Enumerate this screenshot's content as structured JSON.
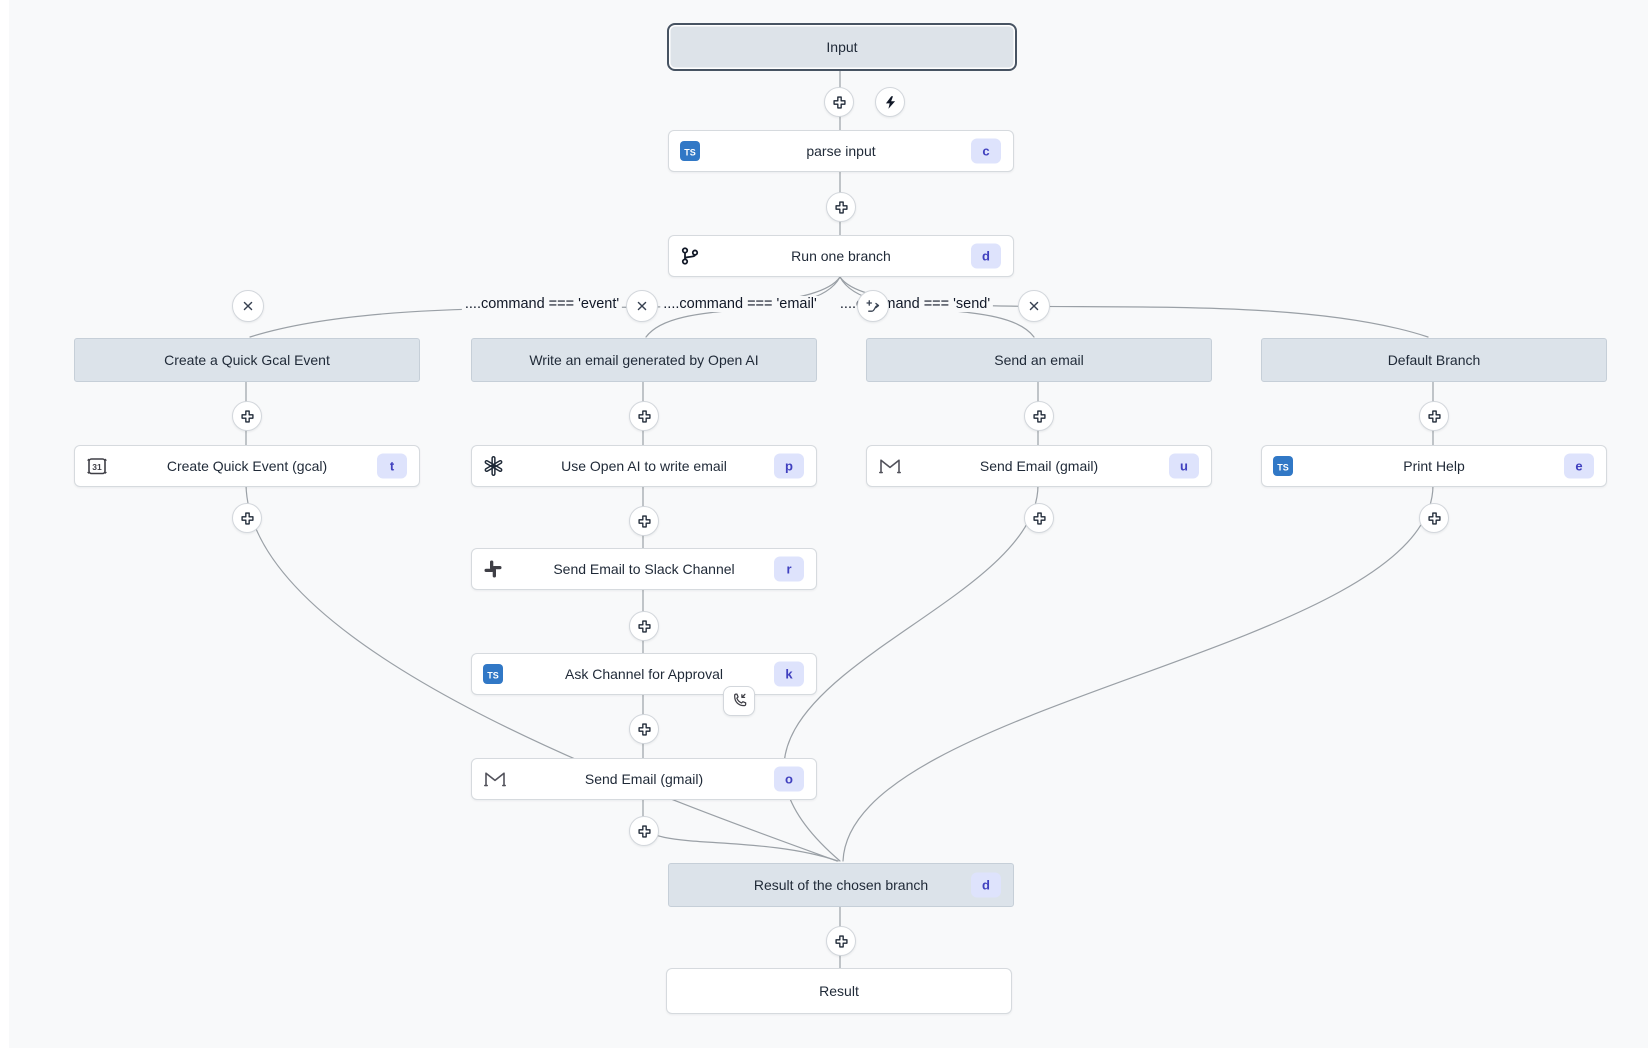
{
  "flow": {
    "input_label": "Input",
    "parse": {
      "label": "parse input",
      "badge": "c"
    },
    "branch_step": {
      "label": "Run one branch",
      "badge": "d"
    },
    "conditions": [
      {
        "text": "....command === 'event'"
      },
      {
        "text": "....command === 'email'"
      },
      {
        "text": "....command === 'send'"
      }
    ],
    "branches": [
      {
        "header": "Create a Quick Gcal Event",
        "steps": [
          {
            "label": "Create Quick Event (gcal)",
            "badge": "t",
            "icon": "gcal-calendar-icon"
          }
        ]
      },
      {
        "header": "Write an email generated by Open AI",
        "steps": [
          {
            "label": "Use Open AI to write email",
            "badge": "p",
            "icon": "openai-icon"
          },
          {
            "label": "Send Email to Slack Channel",
            "badge": "r",
            "icon": "slack-icon"
          },
          {
            "label": "Ask Channel for Approval",
            "badge": "k",
            "icon": "typescript-icon"
          },
          {
            "label": "Send Email (gmail)",
            "badge": "o",
            "icon": "gmail-icon"
          }
        ]
      },
      {
        "header": "Send an email",
        "steps": [
          {
            "label": "Send Email (gmail)",
            "badge": "u",
            "icon": "gmail-icon"
          }
        ]
      },
      {
        "header": "Default Branch",
        "steps": [
          {
            "label": "Print Help",
            "badge": "e",
            "icon": "typescript-icon"
          }
        ]
      }
    ],
    "result_branch": {
      "label": "Result of the chosen branch",
      "badge": "d"
    },
    "result_label": "Result",
    "ts_badge_text": "TS",
    "calendar_day": "31"
  },
  "colors": {
    "canvas_bg": "#f8f9fa",
    "edge": "#9aa0a6",
    "node_border": "#d6dade",
    "header_bg": "#dce3ea",
    "input_bg": "#dde3e9",
    "input_border": "#475362",
    "badge_bg": "#dee3fc",
    "badge_text": "#4040bf",
    "typescript_blue": "#3178c6"
  }
}
